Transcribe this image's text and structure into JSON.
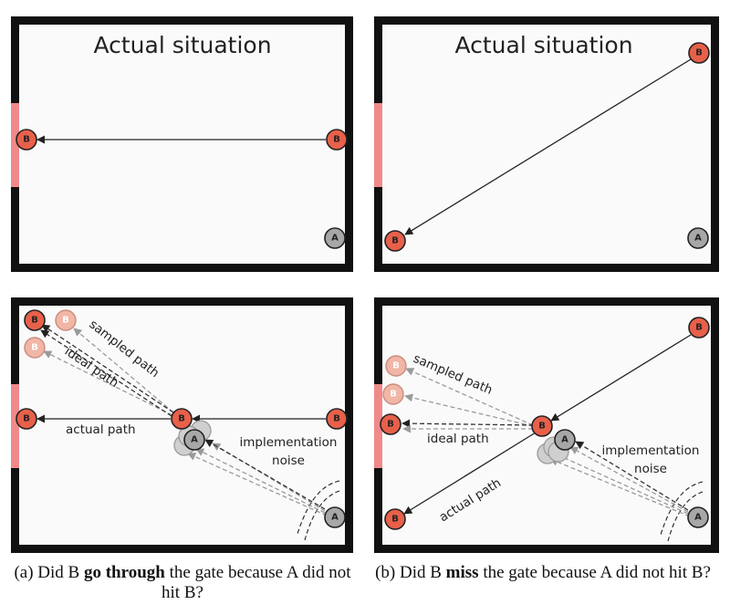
{
  "panels": {
    "top_left": {
      "title": "Actual situation"
    },
    "top_right": {
      "title": "Actual situation"
    },
    "bottom_left": {
      "labels": {
        "sampled_path": "sampled path",
        "ideal_path": "ideal path",
        "actual_path": "actual path",
        "implementation": "implementation",
        "noise": "noise"
      }
    },
    "bottom_right": {
      "labels": {
        "sampled_path": "sampled path",
        "ideal_path": "ideal path",
        "actual_path": "actual path",
        "implementation": "implementation",
        "noise": "noise"
      }
    }
  },
  "balls": {
    "b_label": "B",
    "a_label": "A"
  },
  "captions": {
    "a": {
      "prefix": "(a) Did B ",
      "bold": "go through",
      "suffix": " the gate because A did not hit B?"
    },
    "b": {
      "prefix": "(b) Did B ",
      "bold": "miss",
      "suffix": " the gate because A did not hit B?"
    }
  },
  "colors": {
    "wall": "#111111",
    "gate": "#f08a8a",
    "ball_b": "#e8604a",
    "ball_a": "#a7a7a7",
    "dashed": "#9a9a9a"
  }
}
